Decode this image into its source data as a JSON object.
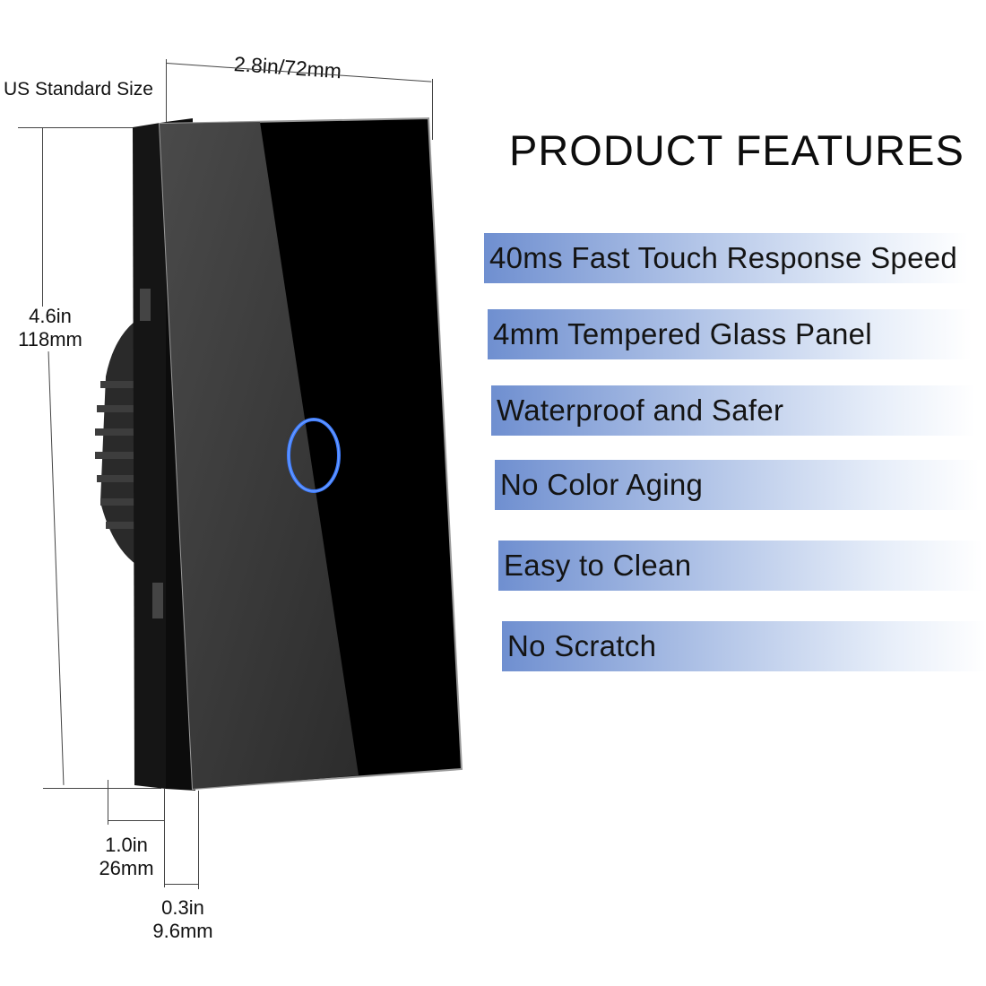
{
  "dimensions": {
    "standard_label": "US Standard Size",
    "width": "2.8in/72mm",
    "height_in": "4.6in",
    "height_mm": "118mm",
    "depth_in": "1.0in",
    "depth_mm": "26mm",
    "glass_in": "0.3in",
    "glass_mm": "9.6mm"
  },
  "features": {
    "title": "PRODUCT FEATURES",
    "items": [
      "40ms Fast Touch Response Speed",
      "4mm Tempered Glass Panel",
      "Waterproof and Safer",
      "No Color Aging",
      "Easy to Clean",
      "No Scratch"
    ]
  },
  "colors": {
    "panel": "#000000",
    "frame": "#1a1a1a",
    "touch_ring": "#3f7dff",
    "band_start": "#6f8fd0"
  },
  "icons": {
    "touch_button": "touch-ring-icon"
  }
}
